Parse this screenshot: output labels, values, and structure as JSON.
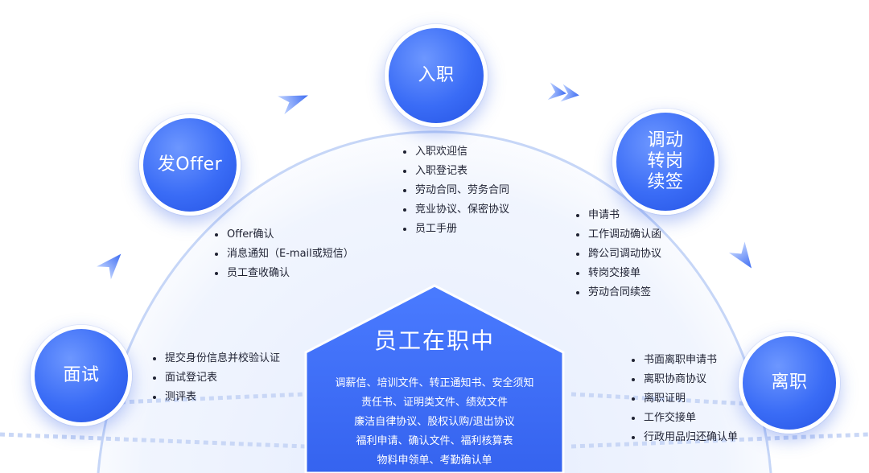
{
  "nodes": {
    "interview": "面试",
    "offer": "发Offer",
    "onboard": "入职",
    "transfer": "调动\n转岗\n续签",
    "leave": "离职"
  },
  "lists": {
    "interview": [
      "提交身份信息并校验认证",
      "面试登记表",
      "测评表"
    ],
    "offer": [
      "Offer确认",
      "消息通知（E-mail或短信）",
      "员工查收确认"
    ],
    "onboard": [
      "入职欢迎信",
      "入职登记表",
      "劳动合同、劳务合同",
      "竞业协议、保密协议",
      "员工手册"
    ],
    "transfer": [
      "申请书",
      "工作调动确认函",
      "跨公司调动协议",
      "转岗交接单",
      "劳动合同续签"
    ],
    "leave": [
      "书面离职申请书",
      "离职协商协议",
      "离职证明",
      "工作交接单",
      "行政用品归还确认单"
    ]
  },
  "center": {
    "title": "员工在职中",
    "lines": [
      "调薪信、培训文件、转正通知书、安全须知",
      "责任书、证明类文件、绩效文件",
      "廉洁自律协议、股权认购/退出协议",
      "福利申请、确认文件、福利核算表",
      "物料申领单、考勤确认单"
    ]
  },
  "colors": {
    "primary": "#3a6cf6",
    "arc": "#c6d6f7",
    "text": "#1f2233"
  }
}
